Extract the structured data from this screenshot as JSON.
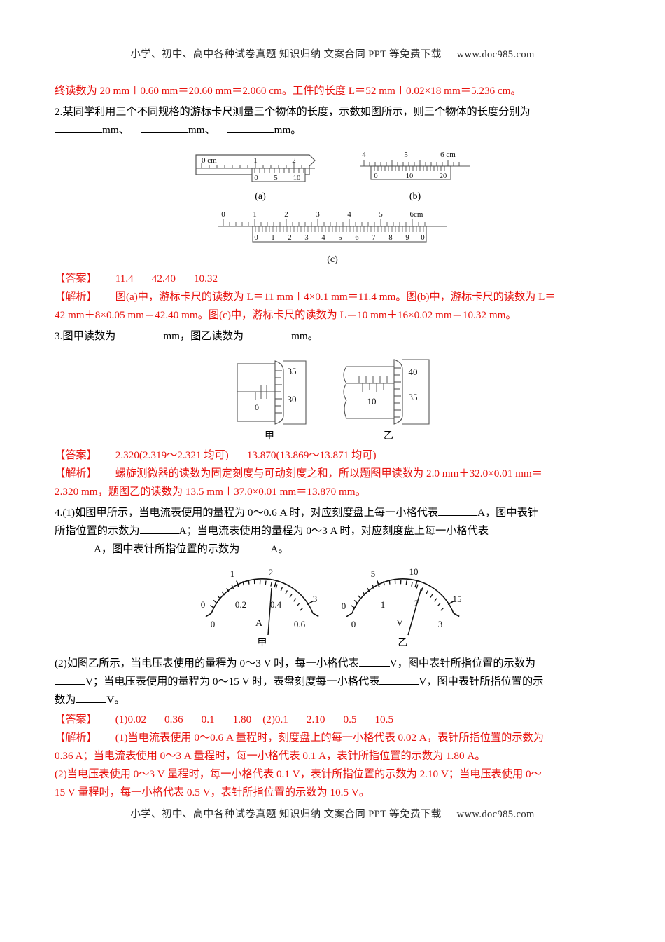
{
  "watermark": {
    "text": "小学、初中、高中各种试卷真题 知识归纳 文案合同 PPT 等免费下载",
    "url": "www.doc985.com"
  },
  "content": {
    "carryover_line": "终读数为 20 mm＋0.60 mm＝20.60 mm＝2.060 cm。工件的长度 L＝52 mm＋0.02×18 mm＝5.236 cm。",
    "q2": {
      "text_line1": "2.某同学利用三个不同规格的游标卡尺测量三个物体的长度，示数如图所示，则三个物体的长度分别为",
      "text_line2_unit1": "mm、",
      "text_line2_unit2": "mm、",
      "text_line2_unit3": "mm。",
      "answer_label": "【答案】",
      "answers": [
        "11.4",
        "42.40",
        "10.32"
      ],
      "analysis_label": "【解析】",
      "analysis_line1": "图(a)中，游标卡尺的读数为 L＝11 mm＋4×0.1 mm＝11.4 mm。图(b)中，游标卡尺的读数为 L＝",
      "analysis_line2": "42 mm＋8×0.05 mm＝42.40 mm。图(c)中，游标卡尺的读数为 L＝10 mm＋16×0.02 mm＝10.32 mm。"
    },
    "q3": {
      "text_a": "3.图甲读数为",
      "text_b": "mm，图乙读数为",
      "text_c": "mm。",
      "answer_label": "【答案】",
      "answer1": "2.320(2.319～2.321 均可)",
      "answer2": "13.870(13.869～13.871 均可)",
      "analysis_label": "【解析】",
      "analysis_line1": "螺旋测微器的读数为固定刻度与可动刻度之和，所以题图甲读数为 2.0 mm＋32.0×0.01 mm＝",
      "analysis_line2": "2.320 mm，题图乙的读数为 13.5 mm＋37.0×0.01 mm＝13.870 mm。"
    },
    "q4": {
      "p1_line1a": "4.(1)如图甲所示，当电流表使用的量程为 0～0.6 A 时，对应刻度盘上每一小格代表",
      "p1_line1b": "A，图中表针",
      "p1_line2a": "所指位置的示数为",
      "p1_line2b": "A；当电流表使用的量程为 0～3 A 时，对应刻度盘上每一小格代表",
      "p1_line3a": "A，图中表针所指位置的示数为",
      "p1_line3b": "A。",
      "p2_line1a": "(2)如图乙所示，当电压表使用的量程为 0～3 V 时，每一小格代表",
      "p2_line1b": "V，图中表针所指位置的示数为",
      "p2_line2a": "V；当电压表使用的量程为 0～15 V 时，表盘刻度每一小格代表",
      "p2_line2b": "V，图中表针所指位置的示",
      "p2_line3a": "数为",
      "p2_line3b": "V。",
      "answer_label": "【答案】",
      "answer_group1_prefix": "(1)",
      "answers1": [
        "0.02",
        "0.36",
        "0.1",
        "1.80"
      ],
      "answer_group2_prefix": "(2)",
      "answers2": [
        "0.1",
        "2.10",
        "0.5",
        "10.5"
      ],
      "analysis_label": "【解析】",
      "analysis_line1": "(1)当电流表使用 0～0.6 A 量程时，刻度盘上的每一小格代表 0.02 A，表针所指位置的示数为",
      "analysis_line2": "0.36 A；当电流表使用 0～3 A 量程时，每一小格代表 0.1 A，表针所指位置的示数为 1.80 A。",
      "analysis_line3": "(2)当电压表使用 0～3 V 量程时，每一小格代表 0.1 V，表针所指位置的示数为 2.10 V；当电压表使用 0～",
      "analysis_line4": "15 V 量程时，每一小格代表 0.5 V，表针所指位置的示数为 10.5 V。"
    }
  },
  "figures": {
    "vernier_a": {
      "caption": "(a)",
      "main_labels": [
        "0 cm",
        "1",
        "2"
      ],
      "vernier_labels": [
        "0",
        "5",
        "10"
      ]
    },
    "vernier_b": {
      "caption": "(b)",
      "main_labels": [
        "4",
        "5",
        "6 cm"
      ],
      "vernier_labels": [
        "0",
        "10",
        "20"
      ]
    },
    "vernier_c": {
      "caption": "(c)",
      "main_labels": [
        "0",
        "1",
        "2",
        "3",
        "4",
        "5",
        "6cm"
      ],
      "vernier_labels": [
        "0",
        "1",
        "2",
        "3",
        "4",
        "5",
        "6",
        "7",
        "8",
        "9",
        "0"
      ]
    },
    "micrometer_jia": {
      "caption": "甲",
      "sleeve_label": "0",
      "thimble_labels": [
        "35",
        "30"
      ]
    },
    "micrometer_yi": {
      "caption": "乙",
      "sleeve_label": "10",
      "thimble_labels": [
        "40",
        "35"
      ]
    },
    "ammeter": {
      "caption": "甲",
      "symbol": "A",
      "outer_labels": [
        "0",
        "1",
        "2",
        "3"
      ],
      "inner_labels": [
        "0",
        "0.2",
        "0.4",
        "0.6"
      ]
    },
    "voltmeter": {
      "caption": "乙",
      "symbol": "V",
      "outer_labels": [
        "0",
        "5",
        "10",
        "15"
      ],
      "inner_labels": [
        "0",
        "1",
        "2",
        "3"
      ]
    }
  }
}
